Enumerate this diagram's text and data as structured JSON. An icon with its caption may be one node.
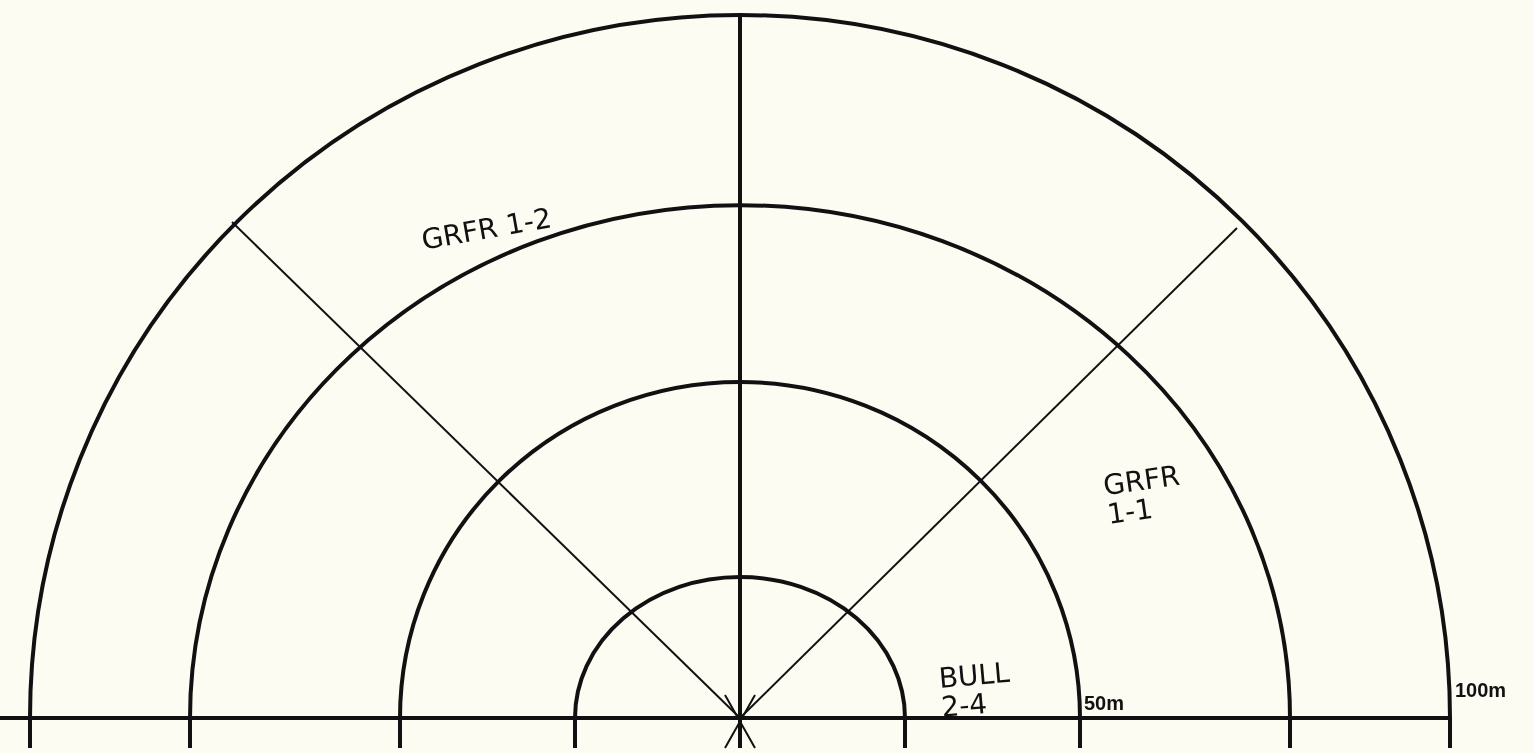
{
  "diagram": {
    "labels": [
      "GRFR 1-2",
      "GRFR 1-1",
      "BULL 2-4",
      "50m",
      "100m"
    ]
  }
}
